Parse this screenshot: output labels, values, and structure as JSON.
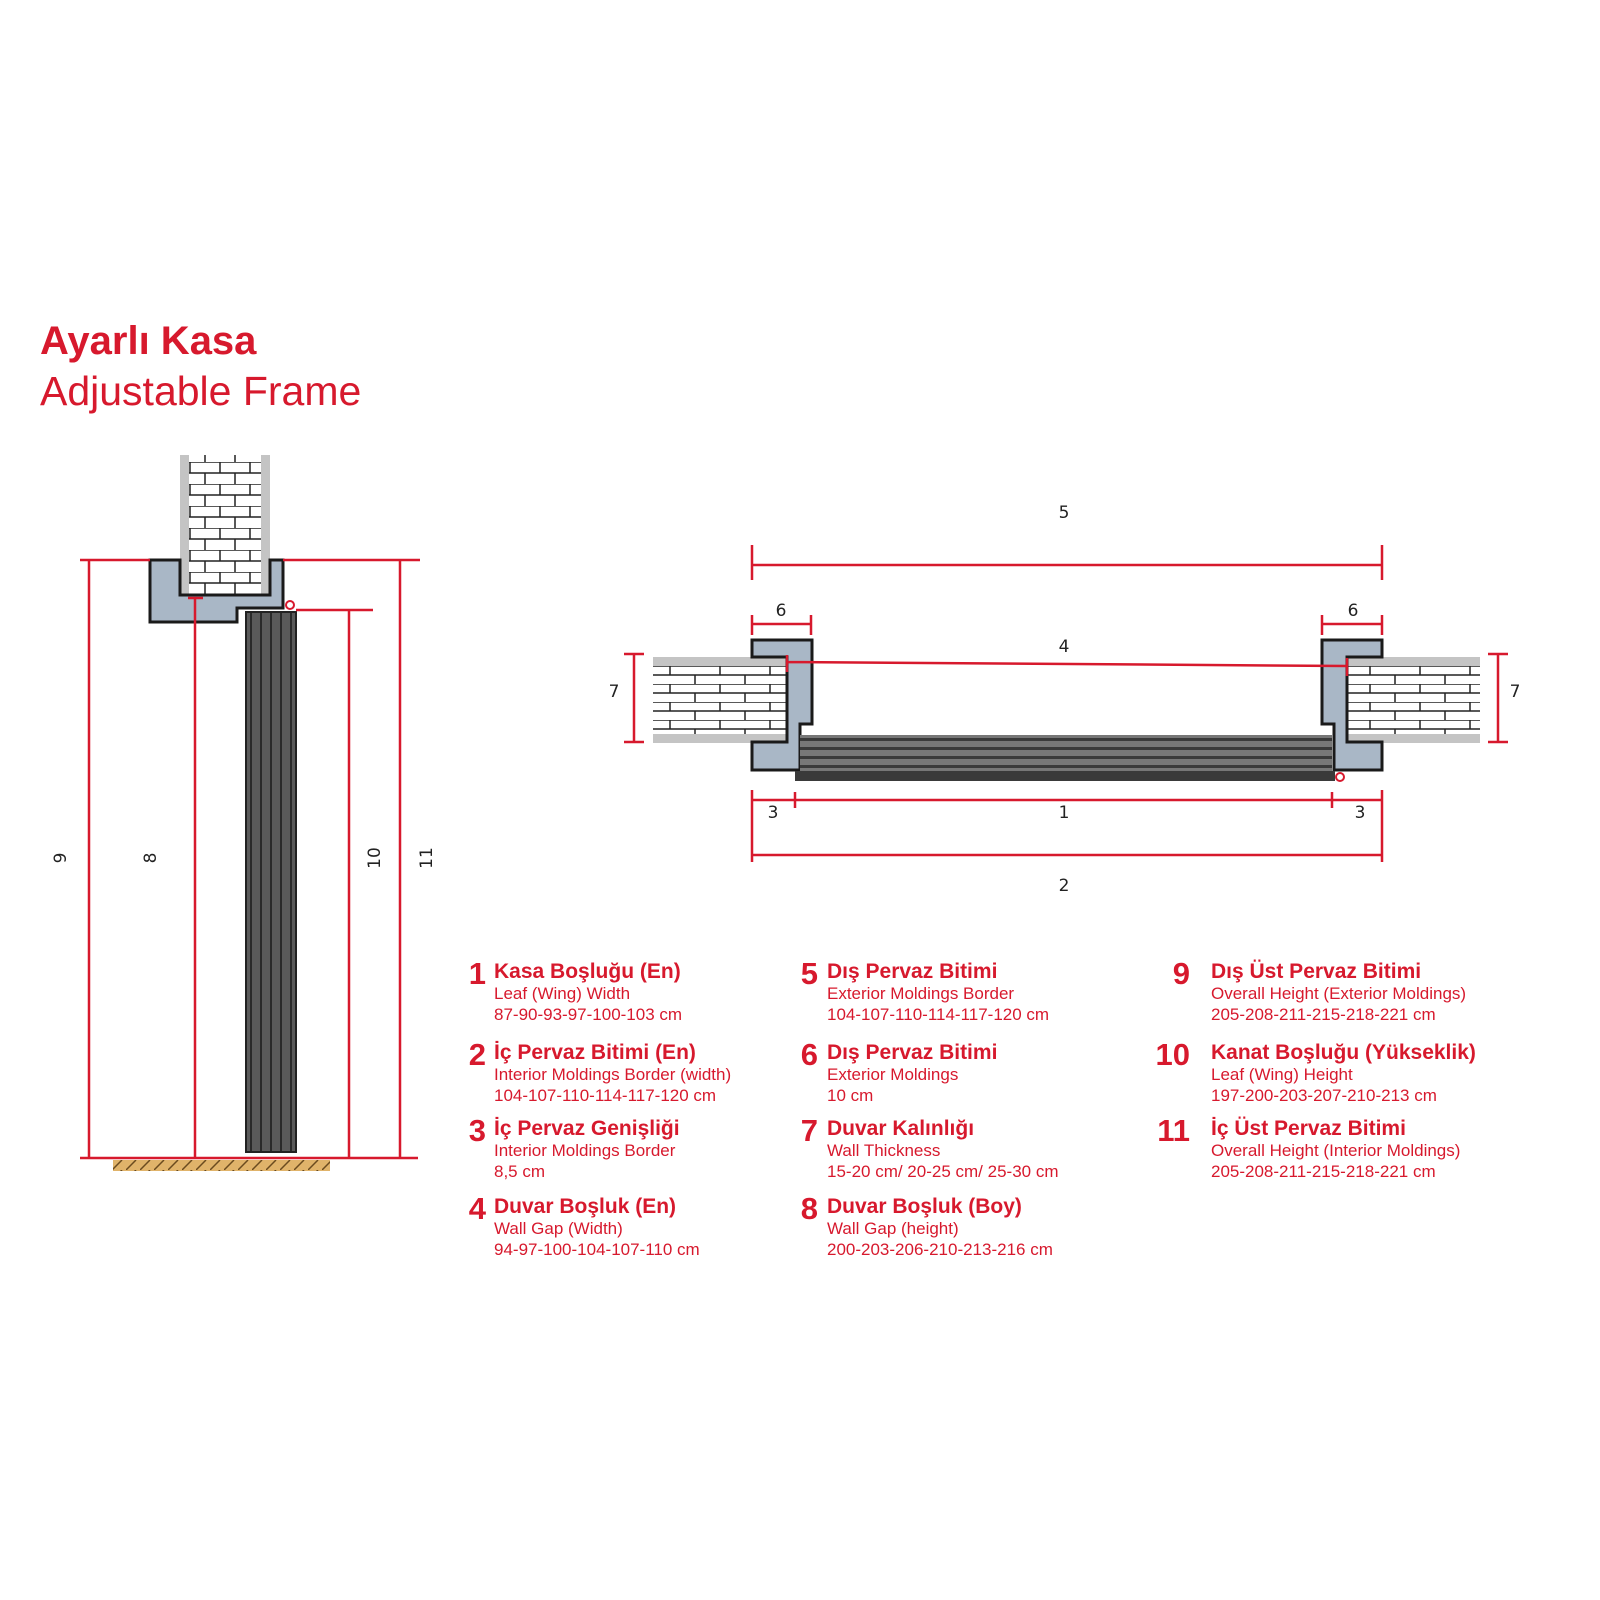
{
  "title": "Ayarlı Kasa",
  "subtitle": "Adjustable Frame",
  "colors": {
    "accent": "#d7192d",
    "frame": "#a9b7c6",
    "leaf": "#4a4a4a"
  },
  "side_view_labels": {
    "d9": "9",
    "d8": "8",
    "d10": "10",
    "d11": "11"
  },
  "plan_view_labels": {
    "d5": "5",
    "d6_left": "6",
    "d6_right": "6",
    "d4": "4",
    "d7_left": "7",
    "d7_right": "7",
    "d3_left": "3",
    "d1": "1",
    "d3_right": "3",
    "d2": "2"
  },
  "legend": [
    {
      "num": "1",
      "title": "Kasa Boşluğu (En)",
      "en": "Leaf (Wing) Width",
      "value": "87-90-93-97-100-103 cm"
    },
    {
      "num": "2",
      "title": "İç Pervaz Bitimi (En)",
      "en": "Interior Moldings Border (width)",
      "value": "104-107-110-114-117-120 cm"
    },
    {
      "num": "3",
      "title": "İç Pervaz Genişliği",
      "en": "Interior Moldings Border",
      "value": "8,5 cm"
    },
    {
      "num": "4",
      "title": "Duvar Boşluk (En)",
      "en": "Wall Gap (Width)",
      "value": "94-97-100-104-107-110 cm"
    },
    {
      "num": "5",
      "title": "Dış Pervaz Bitimi",
      "en": "Exterior Moldings Border",
      "value": "104-107-110-114-117-120 cm"
    },
    {
      "num": "6",
      "title": "Dış Pervaz Bitimi",
      "en": "Exterior Moldings",
      "value": "10 cm"
    },
    {
      "num": "7",
      "title": "Duvar Kalınlığı",
      "en": "Wall Thickness",
      "value": "15-20 cm/ 20-25 cm/ 25-30 cm"
    },
    {
      "num": "8",
      "title": "Duvar Boşluk (Boy)",
      "en": "Wall Gap (height)",
      "value": "200-203-206-210-213-216 cm"
    },
    {
      "num": "9",
      "title": "Dış Üst Pervaz Bitimi",
      "en": "Overall Height (Exterior Moldings)",
      "value": "205-208-211-215-218-221 cm"
    },
    {
      "num": "10",
      "title": "Kanat Boşluğu (Yükseklik)",
      "en": "Leaf (Wing) Height",
      "value": "197-200-203-207-210-213 cm"
    },
    {
      "num": "11",
      "title": "İç Üst Pervaz Bitimi",
      "en": "Overall Height (Interior Moldings)",
      "value": "205-208-211-215-218-221 cm"
    }
  ]
}
